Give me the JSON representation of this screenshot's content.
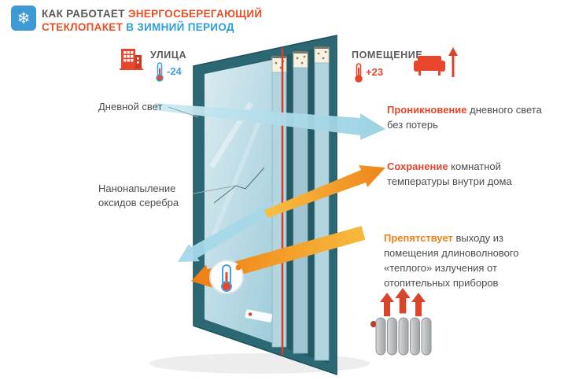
{
  "header": {
    "icon": "snowflake",
    "title_dark": "КАК РАБОТАЕТ",
    "title_red1": "ЭНЕРГОСБЕРЕГАЮЩИЙ",
    "title_red2": "СТЕКЛОПАКЕТ",
    "title_blue": "В ЗИМНИЙ ПЕРИОД"
  },
  "street": {
    "label": "УЛИЦА",
    "temp": "-24",
    "icon": "building"
  },
  "room": {
    "label": "ПОМЕЩЕНИЕ",
    "temp": "+23",
    "icon": "sofa"
  },
  "callouts": {
    "daylight": "Дневной свет",
    "coating": "Нанонапыление оксидов серебра"
  },
  "benefits": {
    "b1_bold": "Проникновение",
    "b1_text": " дневного света без потерь",
    "b2_bold": "Сохранение",
    "b2_text": " комнатной температуры внутри дома",
    "b3_bold": "Препятствует",
    "b3_text": " выходу из помещения длиноволнового «теплого» излучения от отопительных приборов"
  },
  "colors": {
    "accent_red": "#e8452c",
    "accent_orange": "#f08019",
    "accent_blue": "#2d9fd8",
    "frame_teal": "#2a6672",
    "daylight_cyan": "#a9dcec",
    "heat_orange": "#f5a623",
    "coating_red": "#d4402b",
    "text_dark": "#4b4d4f"
  }
}
